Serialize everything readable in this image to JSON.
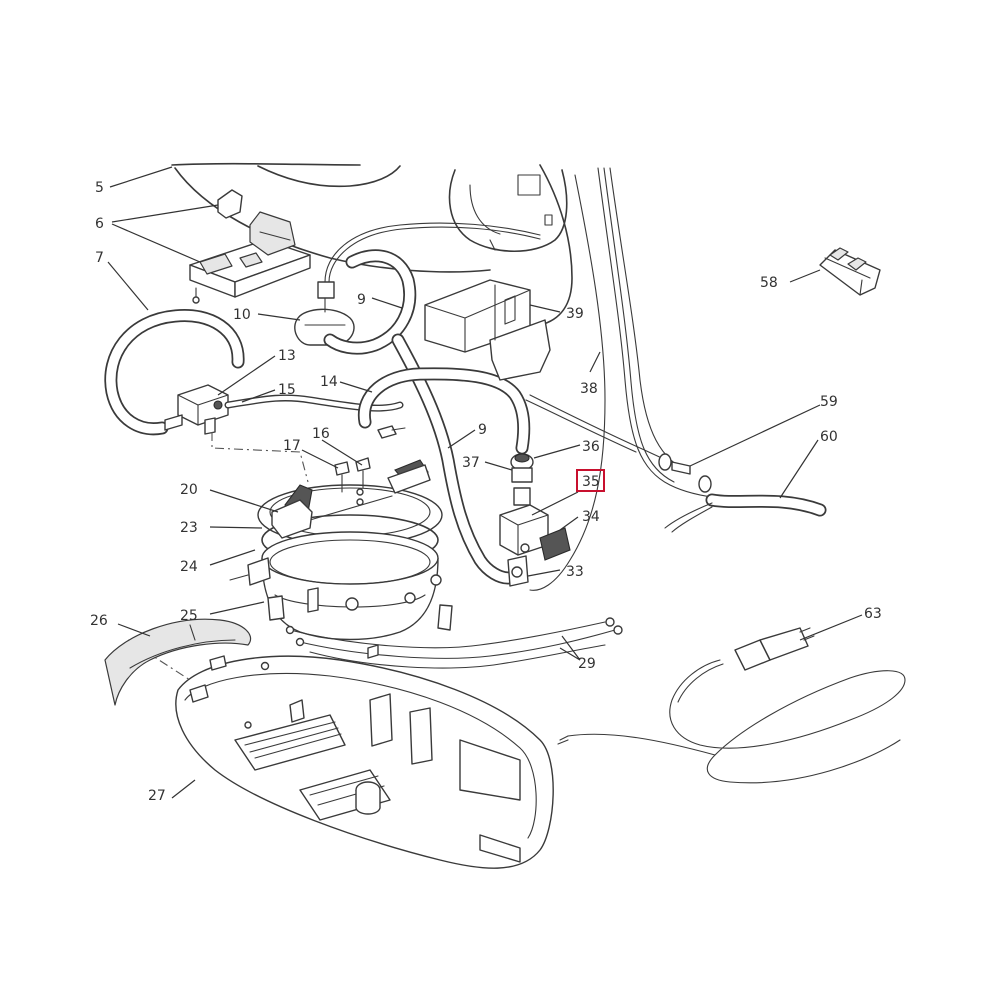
{
  "callouts": [
    {
      "id": "5",
      "label": "5"
    },
    {
      "id": "6",
      "label": "6"
    },
    {
      "id": "7",
      "label": "7"
    },
    {
      "id": "9a",
      "label": "9"
    },
    {
      "id": "10",
      "label": "10"
    },
    {
      "id": "39",
      "label": "39"
    },
    {
      "id": "13",
      "label": "13"
    },
    {
      "id": "14",
      "label": "14"
    },
    {
      "id": "15",
      "label": "15"
    },
    {
      "id": "38",
      "label": "38"
    },
    {
      "id": "9b",
      "label": "9"
    },
    {
      "id": "17",
      "label": "17"
    },
    {
      "id": "16",
      "label": "16"
    },
    {
      "id": "36",
      "label": "36"
    },
    {
      "id": "37",
      "label": "37"
    },
    {
      "id": "35",
      "label": "35",
      "highlighted": true
    },
    {
      "id": "20",
      "label": "20"
    },
    {
      "id": "23",
      "label": "23"
    },
    {
      "id": "34",
      "label": "34"
    },
    {
      "id": "24",
      "label": "24"
    },
    {
      "id": "33",
      "label": "33"
    },
    {
      "id": "25",
      "label": "25"
    },
    {
      "id": "26",
      "label": "26"
    },
    {
      "id": "29",
      "label": "29"
    },
    {
      "id": "27",
      "label": "27"
    },
    {
      "id": "58",
      "label": "58"
    },
    {
      "id": "59",
      "label": "59"
    },
    {
      "id": "60",
      "label": "60"
    },
    {
      "id": "63",
      "label": "63"
    }
  ],
  "highlight_color": "#c8102e",
  "line_color": "#3a3a3a"
}
